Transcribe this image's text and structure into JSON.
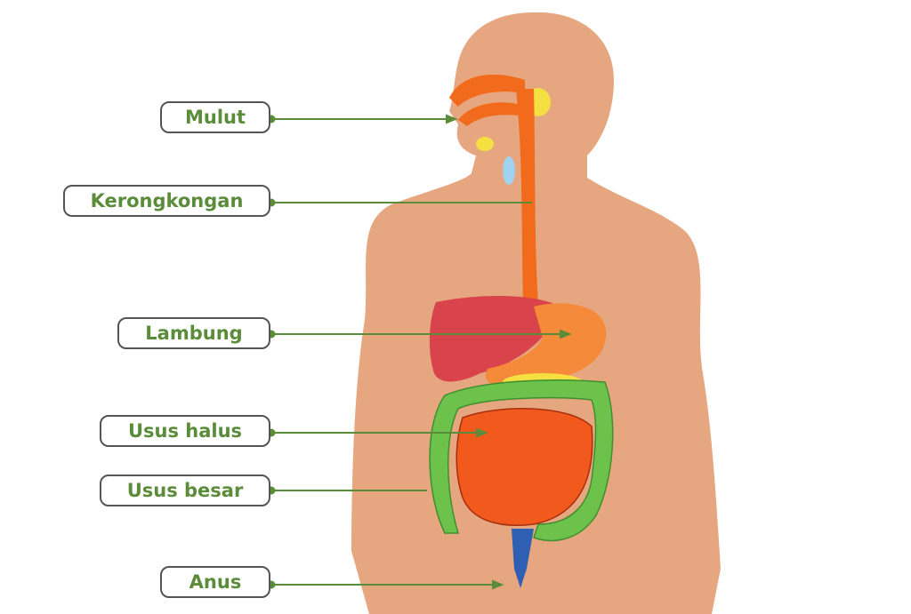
{
  "labels": [
    {
      "key": "mulut",
      "text": "Mulut"
    },
    {
      "key": "kerongkongan",
      "text": "Kerongkongan"
    },
    {
      "key": "lambung",
      "text": "Lambung"
    },
    {
      "key": "usus_halus",
      "text": "Usus halus"
    },
    {
      "key": "usus_besar",
      "text": "Usus besar"
    },
    {
      "key": "anus",
      "text": "Anus"
    }
  ],
  "colors": {
    "skin": "#e6a67f",
    "esophagus": "#f26a1b",
    "liver": "#d9434b",
    "small_intestine": "#f2591c",
    "large_intestine": "#6cc24a",
    "label_text": "#5b8c3a",
    "rectum": "#2f5fb3"
  }
}
